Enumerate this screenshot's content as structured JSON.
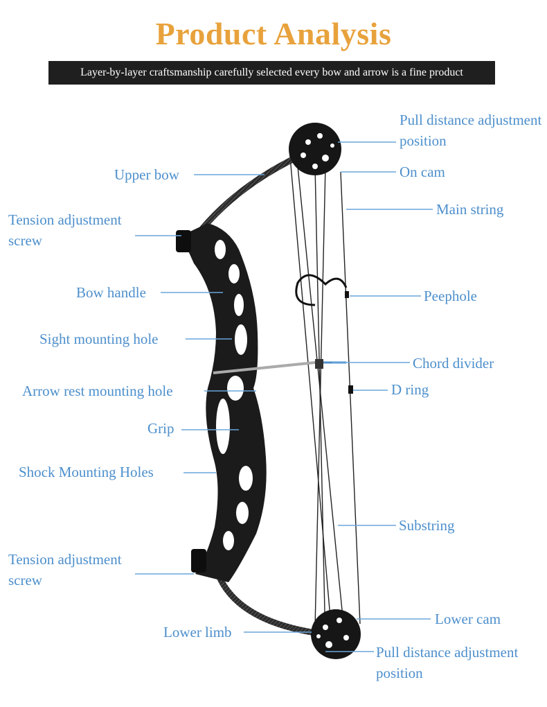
{
  "header": {
    "title": "Product Analysis",
    "subtitle": "Layer-by-layer craftsmanship carefully selected every bow and arrow is a fine product"
  },
  "colors": {
    "title": "#e8a23c",
    "label": "#4d8fcc",
    "leader": "#6aa6dc",
    "banner_bg": "#1f1f1f",
    "bow": "#1b1b1b"
  },
  "labels": {
    "pull_distance_top": "Pull distance adjustment position",
    "upper_bow": "Upper bow",
    "on_cam": "On cam",
    "main_string": "Main string",
    "tension_top": "Tension adjustment screw",
    "bow_handle": "Bow handle",
    "peephole": "Peephole",
    "sight_hole": "Sight mounting hole",
    "chord_divider": "Chord divider",
    "arrow_rest_hole": "Arrow rest mounting hole",
    "d_ring": "D ring",
    "grip": "Grip",
    "shock_holes": "Shock Mounting Holes",
    "substring": "Substring",
    "tension_bottom": "Tension adjustment screw",
    "lower_cam": "Lower cam",
    "lower_limb": "Lower limb",
    "pull_distance_bottom": "Pull distance adjustment position"
  }
}
